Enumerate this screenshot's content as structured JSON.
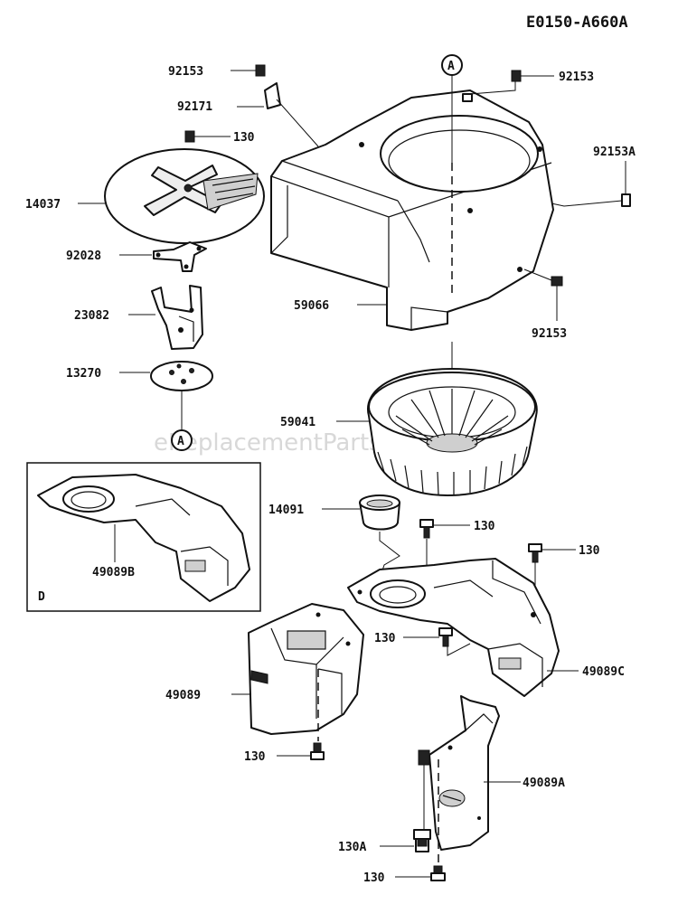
{
  "diagram_code": "E0150-A660A",
  "watermark": "eReplacementParts.com",
  "reference_marker": "A",
  "detail_box_label": "D",
  "labels": {
    "p92153_a": "92153",
    "p92171": "92171",
    "p130_fan": "130",
    "p14037": "14037",
    "p92028": "92028",
    "p23082": "23082",
    "p13270": "13270",
    "p92153_b": "92153",
    "p92153A": "92153A",
    "p59066": "59066",
    "p92153_c": "92153",
    "p59041": "59041",
    "p14091": "14091",
    "p130_b": "130",
    "p130_c": "130",
    "p49089B": "49089B",
    "p130_d": "130",
    "p49089C": "49089C",
    "p49089": "49089",
    "p130_e": "130",
    "p49089A": "49089A",
    "p130A": "130A",
    "p130_f": "130"
  }
}
